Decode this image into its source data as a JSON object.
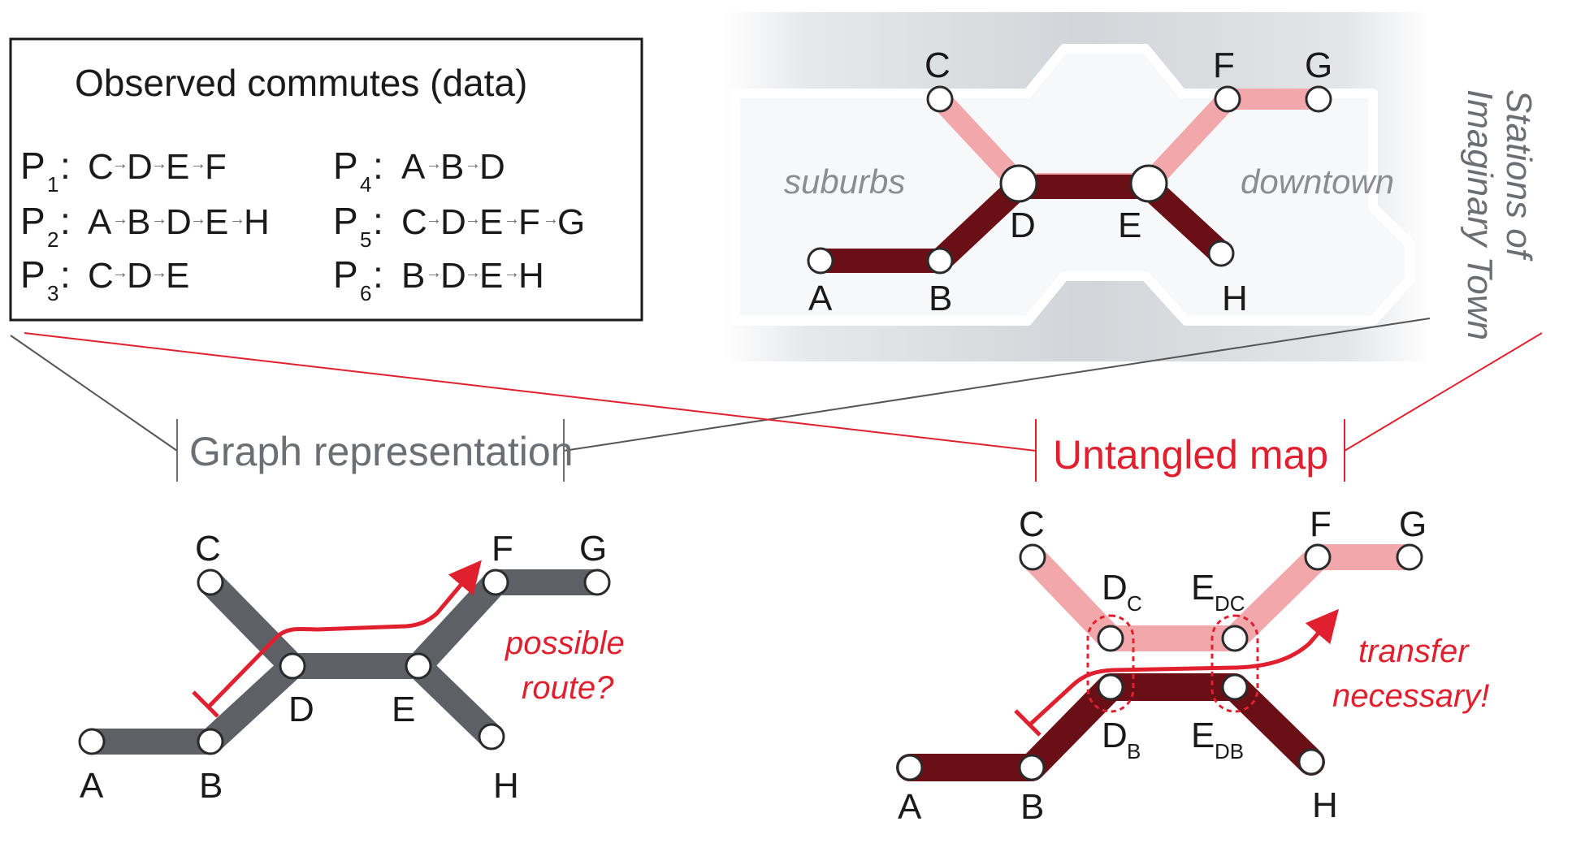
{
  "data_box": {
    "title": "Observed commutes (data)",
    "paths": [
      {
        "name": "P",
        "index": "1",
        "stations": [
          "C",
          "D",
          "E",
          "F"
        ]
      },
      {
        "name": "P",
        "index": "2",
        "stations": [
          "A",
          "B",
          "D",
          "E",
          "H"
        ]
      },
      {
        "name": "P",
        "index": "3",
        "stations": [
          "C",
          "D",
          "E"
        ]
      },
      {
        "name": "P",
        "index": "4",
        "stations": [
          "A",
          "B",
          "D"
        ]
      },
      {
        "name": "P",
        "index": "5",
        "stations": [
          "C",
          "D",
          "E",
          "F",
          "G"
        ]
      },
      {
        "name": "P",
        "index": "6",
        "stations": [
          "B",
          "D",
          "E",
          "H"
        ]
      }
    ]
  },
  "town": {
    "title": "Stations of Imaginary Town",
    "title_line1": "Stations of",
    "title_line2": "Imaginary Town",
    "region_left": "suburbs",
    "region_right": "downtown",
    "stations": {
      "A": "A",
      "B": "B",
      "C": "C",
      "D": "D",
      "E": "E",
      "F": "F",
      "G": "G",
      "H": "H"
    }
  },
  "graph_panel": {
    "header": "Graph representation",
    "annotation_line1": "possible",
    "annotation_line2": "route?",
    "stations": {
      "A": "A",
      "B": "B",
      "C": "C",
      "D": "D",
      "E": "E",
      "F": "F",
      "G": "G",
      "H": "H"
    }
  },
  "map_panel": {
    "header": "Untangled  map",
    "annotation_line1": "transfer",
    "annotation_line2": "necessary!",
    "stations": {
      "A": "A",
      "B": "B",
      "C": "C",
      "F": "F",
      "G": "G",
      "H": "H",
      "D": "D",
      "E": "E",
      "D_top_sub": "C",
      "E_top_sub": "DC",
      "D_bot_sub": "B",
      "E_bot_sub": "DB"
    }
  },
  "colors": {
    "dark_line": "#6b0f16",
    "light_line": "#f2a7ab",
    "graph_line": "#5d6166",
    "accent_red": "#e0202e",
    "connector_grey": "#555555"
  },
  "arrow_glyph": "→"
}
